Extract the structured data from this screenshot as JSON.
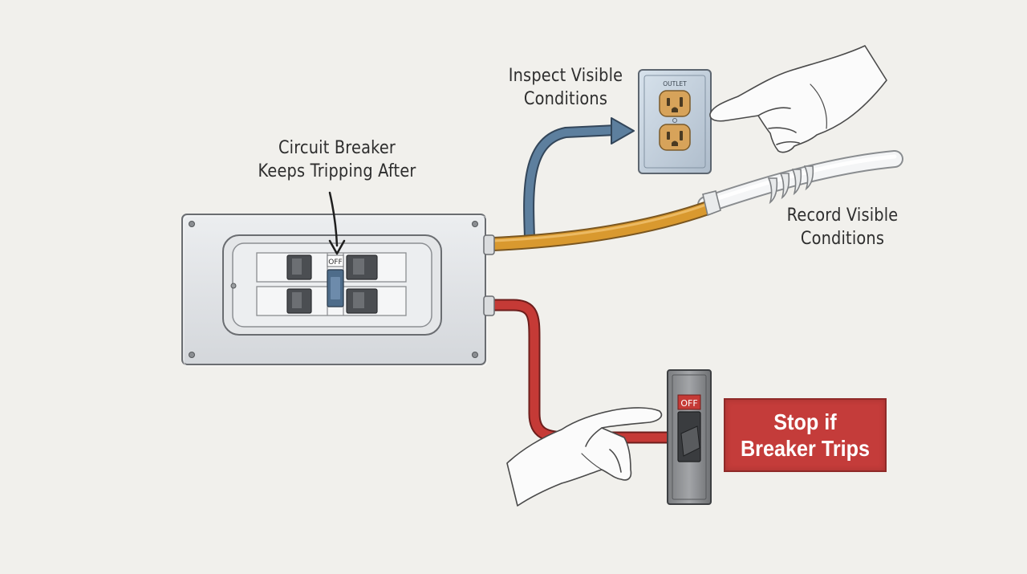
{
  "labels": {
    "circuit_breaker": [
      "Circuit Breaker",
      "Keeps Tripping After"
    ],
    "inspect": [
      "Inspect Visible",
      "Conditions"
    ],
    "record": [
      "Record Visible",
      "Conditions"
    ],
    "stop": [
      "Stop if",
      "Breaker Trips"
    ]
  },
  "panel": {
    "off_tag": "OFF"
  },
  "outlet": {
    "tag": "OUTLET"
  },
  "switch": {
    "off_tag": "OFF"
  },
  "colors": {
    "background": "#f1f0ec",
    "blue_wire": "#5d7f9e",
    "orange_wire": "#d9992f",
    "red_wire": "#c53a36",
    "stop_box": "#c43c3a",
    "panel": "#dfe1e4"
  }
}
